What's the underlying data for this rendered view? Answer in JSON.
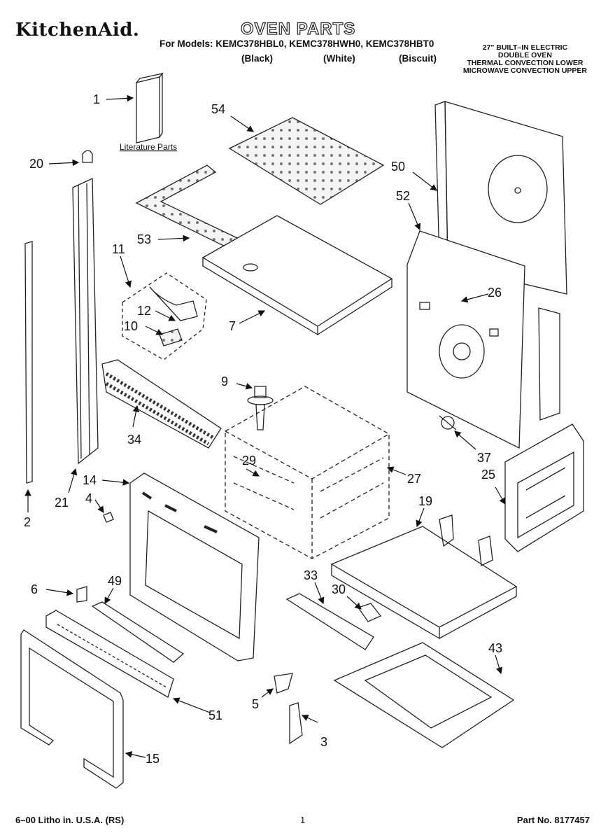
{
  "header": {
    "brand": "KitchenAid.",
    "title": "OVEN PARTS",
    "models_line": "For Models: KEMC378HBL0, KEMC378HWH0, KEMC378HBT0",
    "colors": [
      "(Black)",
      "(White)",
      "(Biscuit)"
    ],
    "description": [
      "27\" BUILT–IN ELECTRIC",
      "DOUBLE OVEN",
      "THERMAL CONVECTION LOWER",
      "MICROWAVE CONVECTION UPPER"
    ]
  },
  "literature_label": "Literature Parts",
  "callouts": [
    {
      "id": "c1",
      "label": "1"
    },
    {
      "id": "c20",
      "label": "20"
    },
    {
      "id": "c54",
      "label": "54"
    },
    {
      "id": "c50",
      "label": "50"
    },
    {
      "id": "c52",
      "label": "52"
    },
    {
      "id": "c53",
      "label": "53"
    },
    {
      "id": "c11",
      "label": "11"
    },
    {
      "id": "c12",
      "label": "12"
    },
    {
      "id": "c10",
      "label": "10"
    },
    {
      "id": "c7",
      "label": "7"
    },
    {
      "id": "c26",
      "label": "26"
    },
    {
      "id": "c9",
      "label": "9"
    },
    {
      "id": "c34",
      "label": "34"
    },
    {
      "id": "c29",
      "label": "29"
    },
    {
      "id": "c27",
      "label": "27"
    },
    {
      "id": "c37",
      "label": "37"
    },
    {
      "id": "c25",
      "label": "25"
    },
    {
      "id": "c14",
      "label": "14"
    },
    {
      "id": "c21",
      "label": "21"
    },
    {
      "id": "c4",
      "label": "4"
    },
    {
      "id": "c2",
      "label": "2"
    },
    {
      "id": "c19",
      "label": "19"
    },
    {
      "id": "c6",
      "label": "6"
    },
    {
      "id": "c49",
      "label": "49"
    },
    {
      "id": "c33",
      "label": "33"
    },
    {
      "id": "c30",
      "label": "30"
    },
    {
      "id": "c43",
      "label": "43"
    },
    {
      "id": "c5",
      "label": "5"
    },
    {
      "id": "c51",
      "label": "51"
    },
    {
      "id": "c3",
      "label": "3"
    },
    {
      "id": "c15",
      "label": "15"
    }
  ],
  "footer": {
    "left": "6–00 Litho in. U.S.A. (RS)",
    "center": "1",
    "right": "Part No. 8177457"
  }
}
